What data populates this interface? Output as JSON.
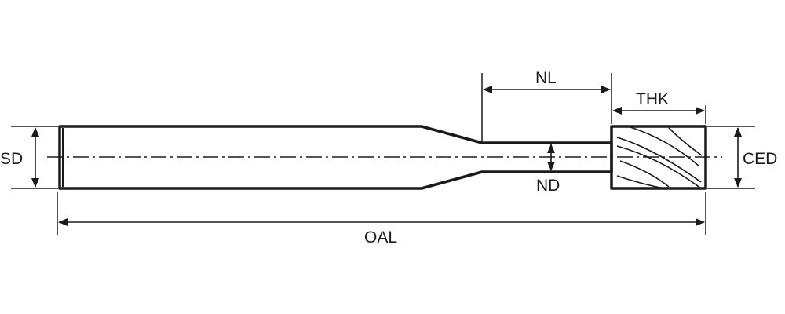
{
  "labels": {
    "sd": "SD",
    "nl": "NL",
    "thk": "THK",
    "ced": "CED",
    "nd": "ND",
    "oal": "OAL"
  },
  "colors": {
    "line": "#1a1a1a",
    "background": "#ffffff"
  }
}
